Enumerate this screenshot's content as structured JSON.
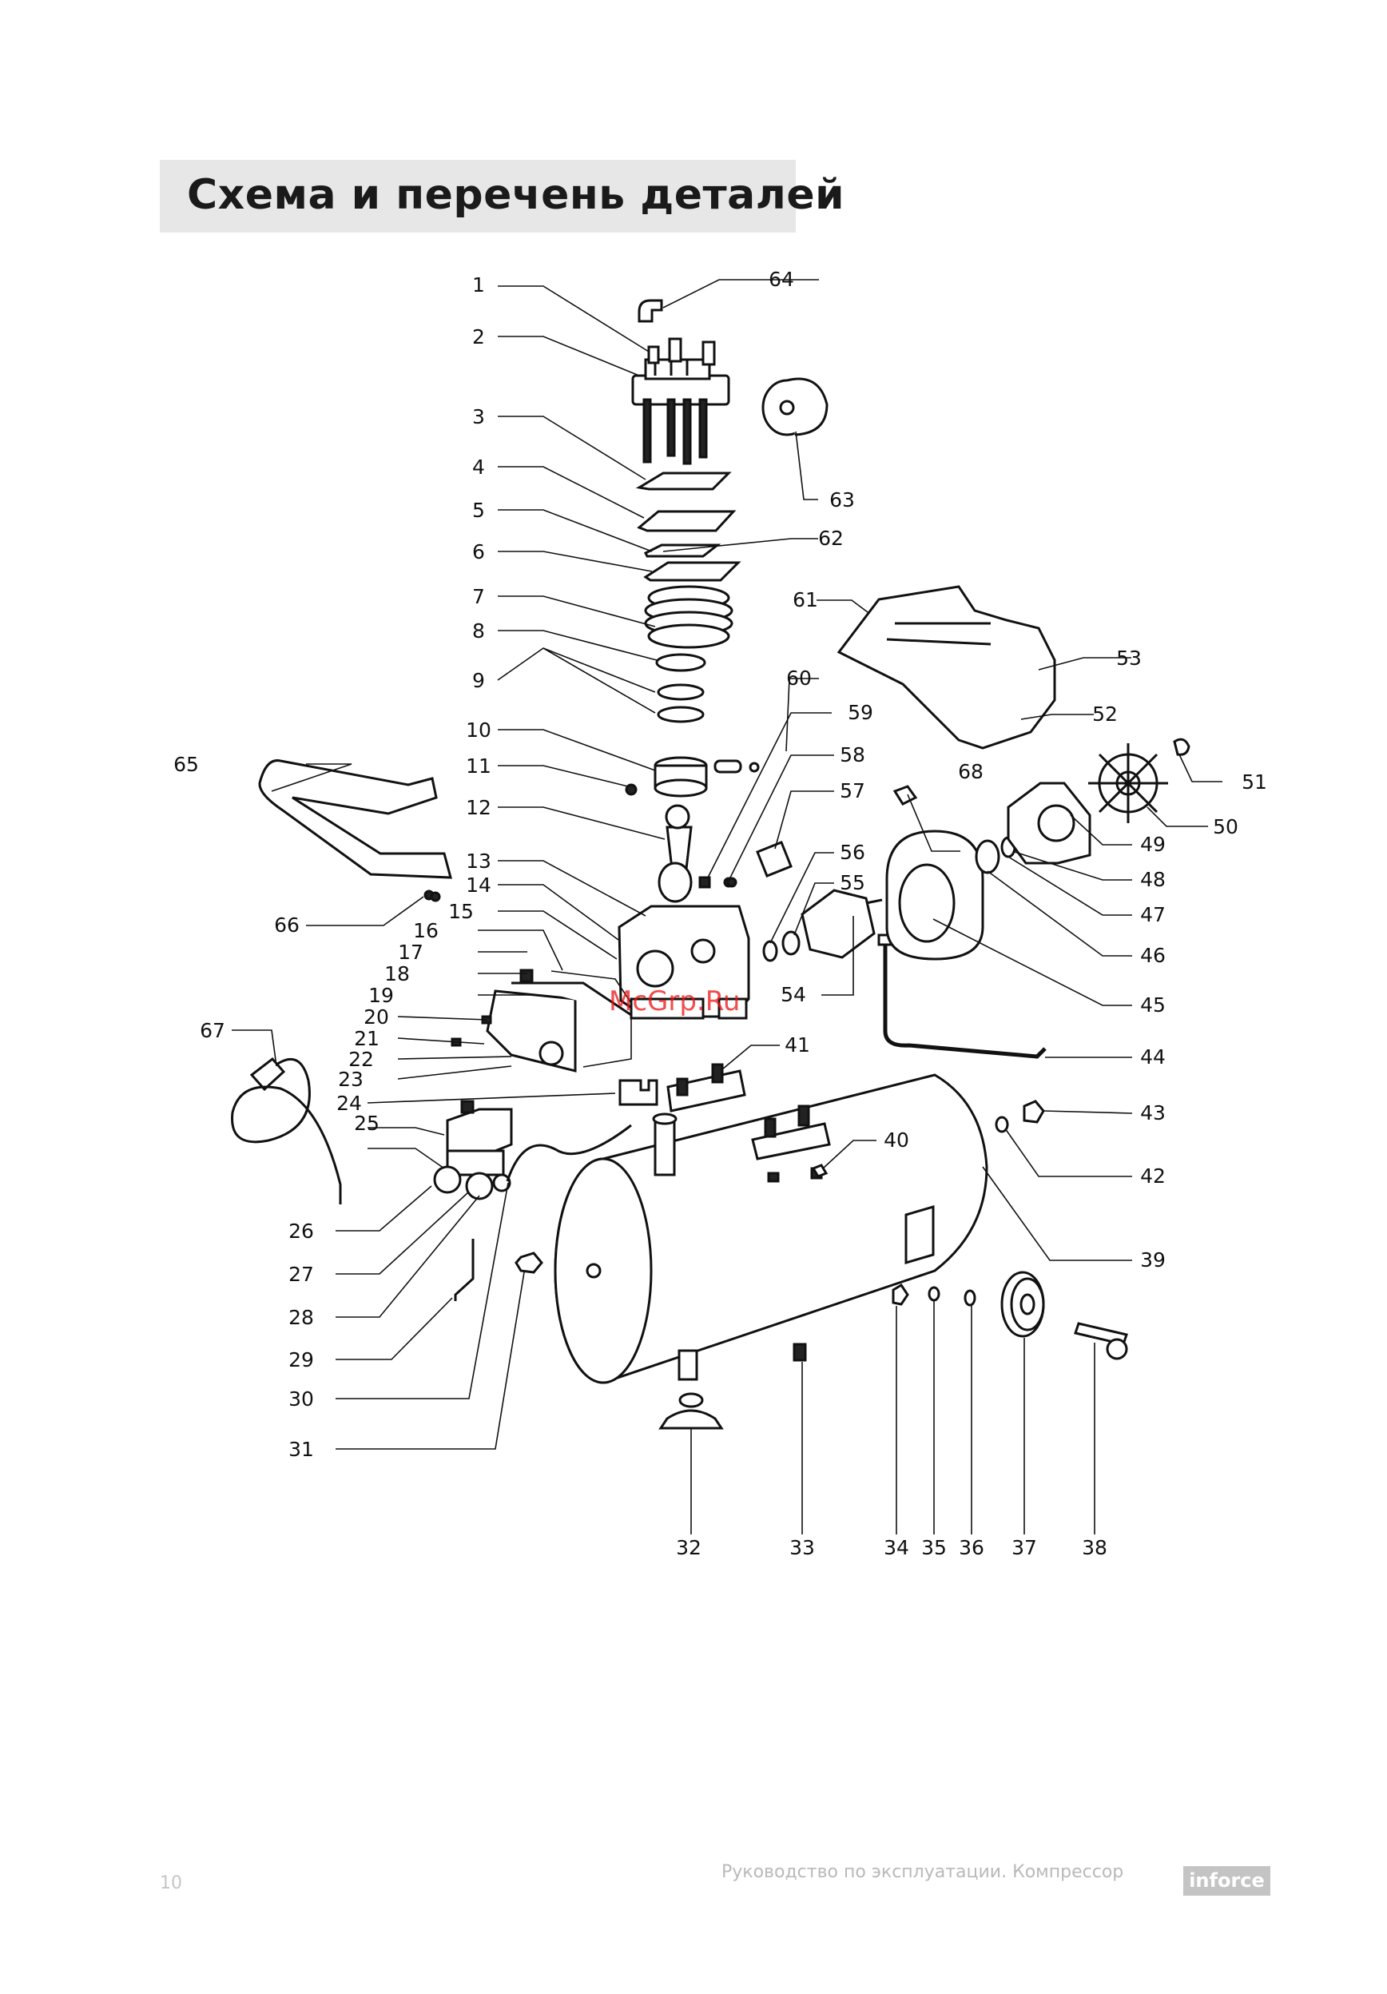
{
  "page": {
    "title": "Схема и перечень деталей",
    "page_number": "10",
    "footer_text": "Руководство по эксплуатации. Компрессор",
    "logo_text": "inforce",
    "watermark": "McGrp.Ru"
  },
  "labels": [
    "1",
    "2",
    "3",
    "4",
    "5",
    "6",
    "7",
    "8",
    "9",
    "10",
    "11",
    "12",
    "13",
    "14",
    "15",
    "16",
    "17",
    "18",
    "19",
    "20",
    "21",
    "22",
    "23",
    "24",
    "25",
    "26",
    "27",
    "28",
    "29",
    "30",
    "31",
    "32",
    "33",
    "34",
    "35",
    "36",
    "37",
    "38",
    "39",
    "40",
    "41",
    "42",
    "43",
    "44",
    "45",
    "46",
    "47",
    "48",
    "49",
    "50",
    "51",
    "52",
    "53",
    "54",
    "55",
    "56",
    "57",
    "58",
    "59",
    "60",
    "61",
    "62",
    "63",
    "64",
    "65",
    "66",
    "67",
    "68"
  ]
}
